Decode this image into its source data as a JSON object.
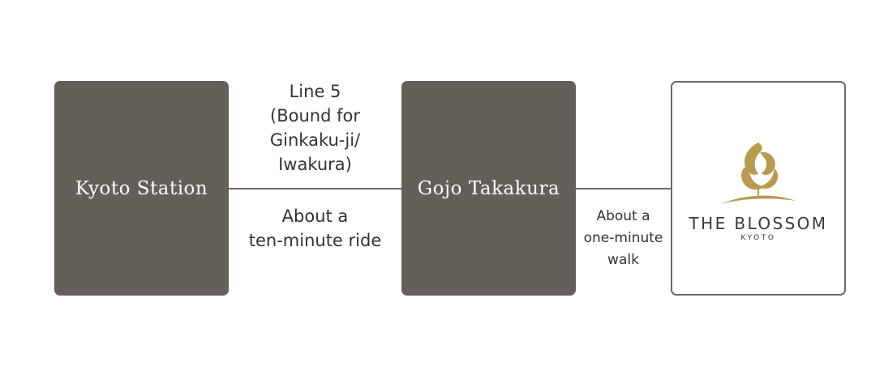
{
  "colors": {
    "station_box": "#655f5a",
    "connector": "#6e6864",
    "logo_gold": "#b89a50",
    "text": "#333333"
  },
  "nodes": [
    {
      "label": "Kyoto Station"
    },
    {
      "label": "Gojo Takakura"
    },
    {
      "label": "THE BLOSSOM",
      "sublabel": "KYOTO",
      "icon": "blossom-logo-icon"
    }
  ],
  "edges": [
    {
      "label_above": [
        "Line 5",
        "(Bound for",
        "Ginkaku-ji/",
        "Iwakura)"
      ],
      "label_below": [
        "About a",
        "ten-minute ride"
      ]
    },
    {
      "label_below": [
        "About a",
        "one-minute",
        "walk"
      ]
    }
  ]
}
